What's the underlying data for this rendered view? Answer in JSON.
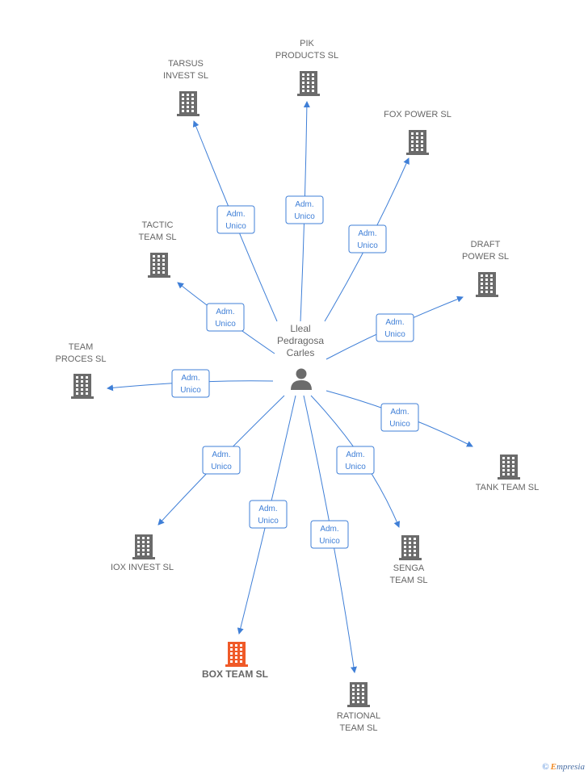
{
  "person": {
    "name_lines": [
      "Lleal",
      "Pedragosa",
      "Carles"
    ]
  },
  "edge_label_lines": [
    "Adm.",
    "Unico"
  ],
  "companies": [
    {
      "id": "tarsus",
      "lines": [
        "TARSUS",
        "INVEST SL"
      ],
      "highlight": false
    },
    {
      "id": "pik",
      "lines": [
        "PIK",
        "PRODUCTS  SL"
      ],
      "highlight": false
    },
    {
      "id": "fox",
      "lines": [
        "FOX POWER SL"
      ],
      "highlight": false
    },
    {
      "id": "draft",
      "lines": [
        "DRAFT",
        "POWER SL"
      ],
      "highlight": false
    },
    {
      "id": "tactic",
      "lines": [
        "TACTIC",
        "TEAM  SL"
      ],
      "highlight": false
    },
    {
      "id": "teamproces",
      "lines": [
        "TEAM",
        "PROCES  SL"
      ],
      "highlight": false
    },
    {
      "id": "tank",
      "lines": [
        "TANK TEAM  SL"
      ],
      "highlight": false
    },
    {
      "id": "iox",
      "lines": [
        "IOX INVEST  SL"
      ],
      "highlight": false
    },
    {
      "id": "senga",
      "lines": [
        "SENGA",
        "TEAM  SL"
      ],
      "highlight": false
    },
    {
      "id": "box",
      "lines": [
        "BOX TEAM  SL"
      ],
      "highlight": true
    },
    {
      "id": "rational",
      "lines": [
        "RATIONAL",
        "TEAM SL"
      ],
      "highlight": false
    }
  ],
  "colors": {
    "edge": "#3f7fd7",
    "building": "#6b6b6b",
    "highlight": "#f05a28",
    "person": "#6b6b6b"
  },
  "footer": {
    "copyright": "©",
    "brand_first": "E",
    "brand_rest": "mpresia"
  }
}
